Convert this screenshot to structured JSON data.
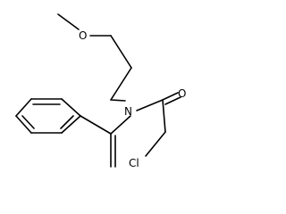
{
  "structure": {
    "atoms": {
      "methoxy_o": "O",
      "amide_n": "N",
      "carbonyl_o": "O",
      "chlorine": "Cl"
    }
  }
}
